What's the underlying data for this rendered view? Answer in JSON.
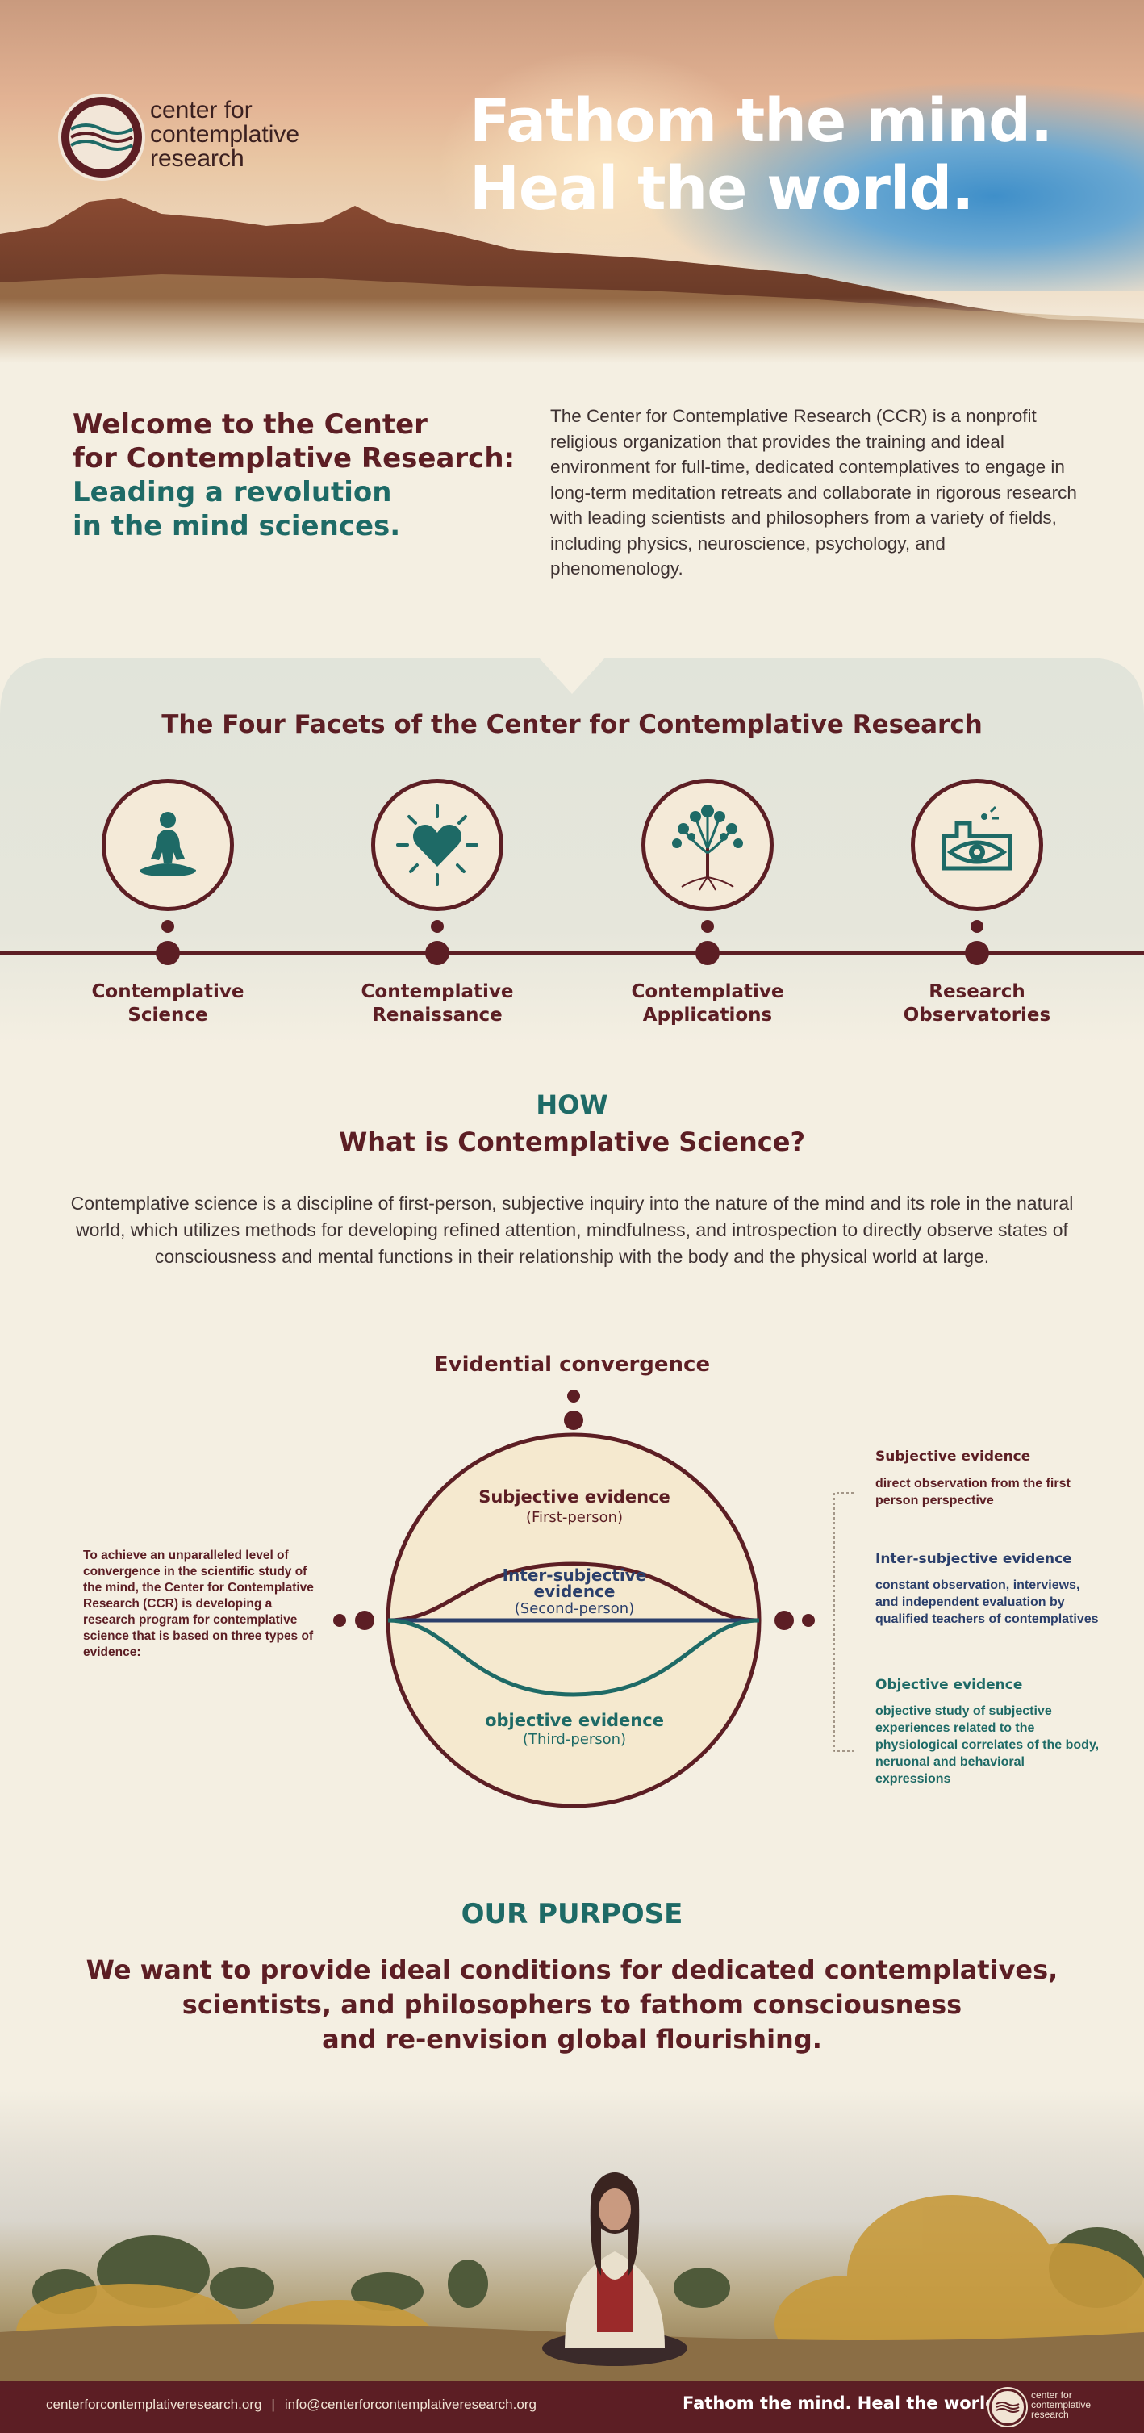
{
  "brand": {
    "logo_text": "center for contemplative research",
    "colors": {
      "maroon": "#5c1e24",
      "teal": "#1e6a66",
      "navy": "#2b3f6b",
      "cream": "#f4efe2"
    }
  },
  "hero": {
    "title_line1": "Fathom the mind.",
    "title_line2": "Heal the world."
  },
  "welcome": {
    "heading_line1": "Welcome to the Center",
    "heading_line2": "for Contemplative Research:",
    "heading_line3": "Leading a revolution",
    "heading_line4": "in the mind sciences.",
    "body": "The Center for Contemplative Research (CCR) is a nonprofit religious organization that provides the training and ideal environment for full-time, dedicated contemplatives to engage in long-term meditation retreats and collaborate in rigorous research with leading scientists and philosophers from a variety of fields, including physics, neuroscience, psychology, and phenomenology."
  },
  "facets": {
    "title": "The Four Facets of the Center for Contemplative Research",
    "items": [
      {
        "line1": "Contemplative",
        "line2": "Science",
        "icon": "meditation-icon"
      },
      {
        "line1": "Contemplative",
        "line2": "Renaissance",
        "icon": "radiant-heart-icon"
      },
      {
        "line1": "Contemplative",
        "line2": "Applications",
        "icon": "tree-icon"
      },
      {
        "line1": "Research",
        "line2": "Observatories",
        "icon": "eye-observatory-icon"
      }
    ]
  },
  "how": {
    "kicker": "HOW",
    "title": "What is Contemplative Science?",
    "body": "Contemplative science is a discipline of first-person, subjective inquiry into the nature of the mind and its role in the natural world, which utilizes methods for developing refined attention, mindfulness, and introspection to directly observe states of consciousness and mental functions in their relationship with the body and the physical world at large."
  },
  "diagram": {
    "title": "Evidential convergence",
    "left_note": "To achieve an unparalleled level of convergence in the scientific study of the mind, the Center for Contemplative Research (CCR) is developing a research program for contemplative science that is based on three types of evidence:",
    "inner": {
      "subjective": "Subjective evidence",
      "subjective_sub": "(First-person)",
      "inter_line1": "Inter-subjective",
      "inter_line2": "evidence",
      "inter_sub": "(Second-person)",
      "objective": "objective evidence",
      "objective_sub": "(Third-person)"
    },
    "side": [
      {
        "heading": "Subjective evidence",
        "body": "direct observation from the first person perspective"
      },
      {
        "heading": "Inter-subjective evidence",
        "body": "constant observation, interviews, and independent evaluation by qualified teachers of contemplatives"
      },
      {
        "heading": "Objective evidence",
        "body": "objective study of subjective experiences related to the physiological correlates of the body, neruonal and behavioral expressions"
      }
    ]
  },
  "purpose": {
    "kicker": "OUR PURPOSE",
    "line1": "We want to provide ideal conditions for dedicated contemplatives,",
    "line2": "scientists, and philosophers to fathom consciousness",
    "line3": "and re-envision global flourishing."
  },
  "footer": {
    "website": "centerforcontemplativeresearch.org",
    "separator": "|",
    "email": "info@centerforcontemplativeresearch.org",
    "tagline": "Fathom the mind. Heal the world.",
    "logo_text": "center for contemplative research"
  }
}
